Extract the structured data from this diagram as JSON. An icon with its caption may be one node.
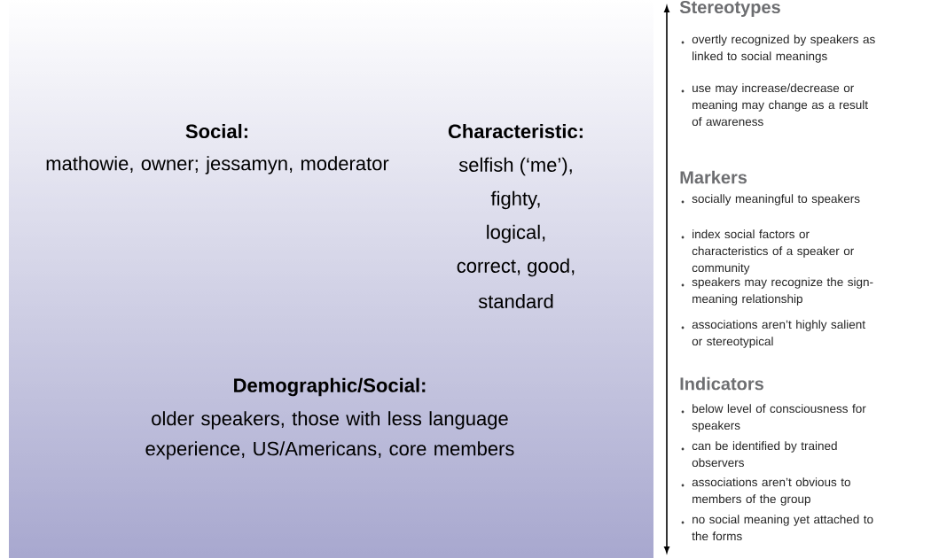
{
  "diagram": {
    "labels": [
      "Social:",
      "mathowie, owner; jessamyn, moderator",
      "Characteristic:",
      "selfish (‘me’),",
      "fighty,",
      "logical,",
      "correct, good,",
      "standard",
      "Demographic/Social:",
      "older speakers, those with less language experience, US/Americans, core members",
      "Stereotypes",
      "overtly recognized by speakers as linked to social meanings",
      "use may increase/decrease or meaning may change as a result of awareness",
      "Markers",
      "socially meaningful to speakers",
      "index social factors or characteristics of a speaker or community",
      "speakers may recognize the sign-meaning relationship",
      "associations aren’t highly salient or stereotypical",
      "Indicators",
      "below level of consciousness for speakers",
      "can be identified by trained observers",
      "associations aren’t obvious to members of the group",
      "no social meaning yet attached to the forms"
    ]
  }
}
